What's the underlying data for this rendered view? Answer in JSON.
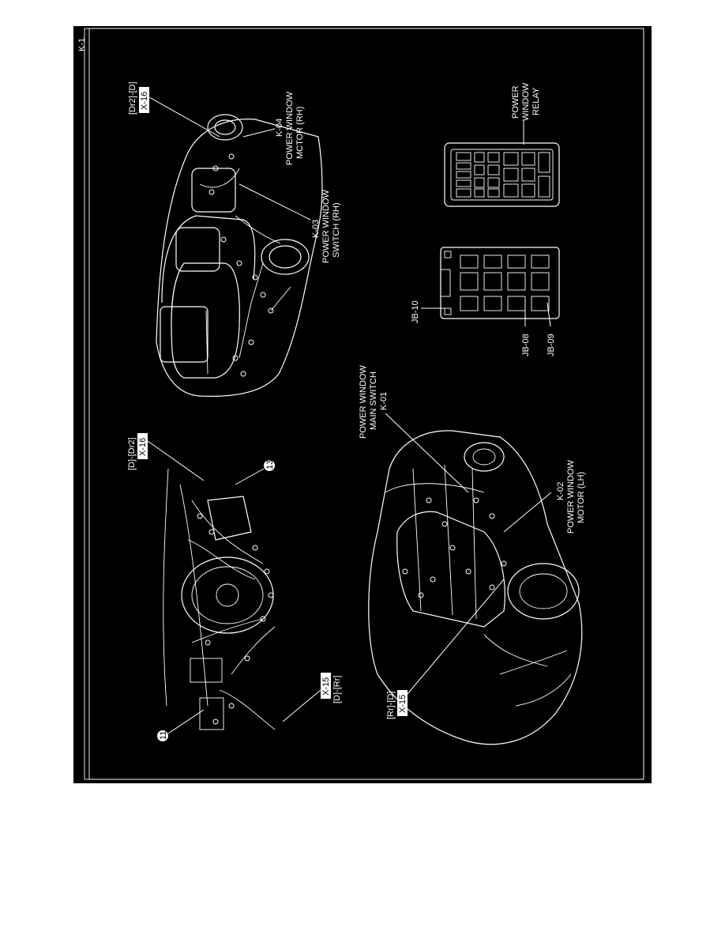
{
  "page": {
    "id_label": "K-1"
  },
  "labels": {
    "dr2_d_bracket": "[Dr2]-[D]",
    "x16_top": "X-16",
    "k04_code": "K-04",
    "k04_line1": "POWER WINDOW",
    "k04_line2": "MCTOR (RH)",
    "k03_code": "K-03",
    "k03_line1": "POWER WINDOW",
    "k03_line2": "SWITCH (RH)",
    "relay_line1": "POWER",
    "relay_line2": "WINDOW",
    "relay_line3": "RELAY",
    "jb10": "JB-10",
    "jb08": "JB-08",
    "jb09": "JB-09",
    "main_line1": "POWER WINDOW",
    "main_line2": "MAIN SWITCH",
    "main_code": "K-01",
    "d_dr2_bracket": "[D]-[Dr2]",
    "x16_mid": "X-16",
    "circle13": "13",
    "circle11": "11",
    "x15_left": "X-15",
    "d_rr_bracket": "[D]-[Rr]",
    "k02_code": "K-02",
    "k02_line1": "POWER WINDOW",
    "k02_line2": "MOTOR (LH)",
    "rr_d_bracket": "[Rr]-[D]",
    "x15_bottom": "X-15"
  },
  "colors": {
    "background": "#ffffff",
    "panel": "#000000",
    "ink": "#ffffff"
  }
}
